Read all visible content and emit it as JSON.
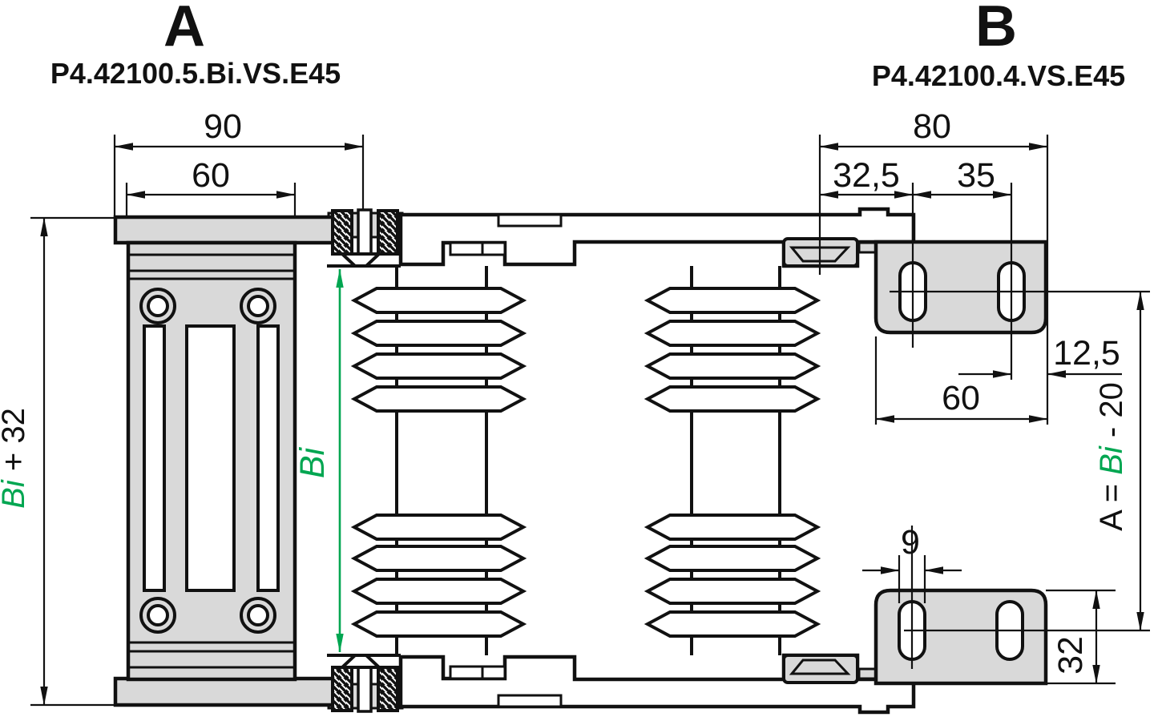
{
  "part_a": {
    "label": "A",
    "part_number": "P4.42100.5.Bi.VS.E45"
  },
  "part_b": {
    "label": "B",
    "part_number": "P4.42100.4.VS.E45"
  },
  "dims": {
    "plate_width": "90",
    "body_width": "60",
    "bracket_span": "80",
    "slot_offset": "32,5",
    "slot_pitch": "35",
    "edge_offset": "12,5",
    "bracket_width": "60",
    "slot_width": "9",
    "bracket_height": "32"
  },
  "formulas": {
    "height_bi": "Bi",
    "height_plus": " + 32",
    "inner_bi": "Bi",
    "a_prefix": "A = ",
    "a_bi": "Bi",
    "a_suffix": " - 20"
  },
  "colors": {
    "accent_green": "#00A651",
    "part_gray": "#D9D9D9",
    "line_black": "#111111"
  }
}
